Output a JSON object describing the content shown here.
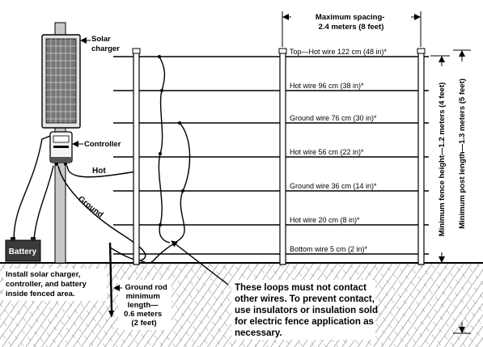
{
  "labels": {
    "solar_charger": [
      "Solar",
      "charger"
    ],
    "controller": "Controller",
    "hot": "Hot",
    "ground": "Ground",
    "battery": "Battery",
    "install_note": [
      "Install solar charger,",
      "controller, and battery",
      "inside fenced area."
    ],
    "ground_rod": [
      "Ground rod",
      "minimum",
      "length—",
      "0.6 meters",
      "(2 feet)"
    ],
    "loops_note": [
      "These loops must not contact",
      "other wires. To prevent contact,",
      "use insulators or insulation sold",
      "for electric fence application as",
      "necessary."
    ],
    "max_spacing": [
      "Maximum spacing-",
      "2.4 meters (8 feet)"
    ],
    "min_fence_height": "Minimum fence height—1.2 meters (4 feet)",
    "min_post_length": "Minimum post length—1.3 meters (5 feet)"
  },
  "wires": [
    {
      "label": "Top—Hot wire 122 cm (48 in)*",
      "type": "hot",
      "height_cm": 122
    },
    {
      "label": "Hot wire 96 cm (38 in)*",
      "type": "hot",
      "height_cm": 96
    },
    {
      "label": "Ground wire 76 cm (30 in)*",
      "type": "ground",
      "height_cm": 76
    },
    {
      "label": "Hot wire 56 cm (22 in)*",
      "type": "hot",
      "height_cm": 56
    },
    {
      "label": "Ground wire 36 cm (14 in)*",
      "type": "ground",
      "height_cm": 36
    },
    {
      "label": "Hot wire 20 cm (8 in)*",
      "type": "hot",
      "height_cm": 20
    },
    {
      "label": "Bottom wire 5 cm (2 in)*",
      "type": "hot",
      "height_cm": 5
    }
  ]
}
